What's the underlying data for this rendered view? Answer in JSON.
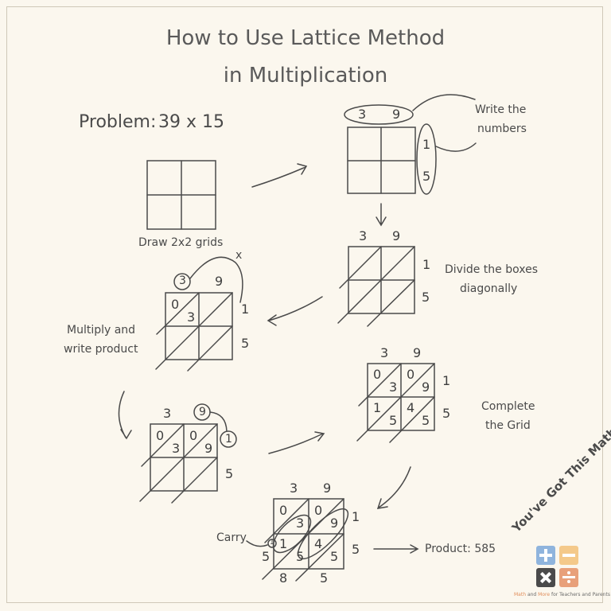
{
  "title_line1": "How to Use Lattice Method",
  "title_line2": "in Multiplication",
  "problem_label": "Problem:",
  "problem_expr": "39 x 15",
  "steps": {
    "draw_grids": "Draw 2x2 grids",
    "write_numbers_1": "Write the",
    "write_numbers_2": "numbers",
    "divide_1": "Divide the boxes",
    "divide_2": "diagonally",
    "multiply_1": "Multiply and",
    "multiply_2": "write product",
    "complete_1": "Complete",
    "complete_2": "the Grid",
    "carry": "Carry",
    "product": "Product: 585",
    "times": "x"
  },
  "digits": {
    "top_left": "3",
    "top_right": "9",
    "side_top": "1",
    "side_bottom": "5"
  },
  "products": {
    "tl_tens": "0",
    "tl_ones": "3",
    "tr_tens": "0",
    "tr_ones": "9",
    "bl_tens": "1",
    "bl_ones": "5",
    "br_tens": "4",
    "br_ones": "5"
  },
  "result": {
    "carry_digit": "1",
    "left_digit": "5",
    "bottom_first": "8",
    "bottom_second": "5"
  },
  "logo": {
    "text": "You've Got This Math",
    "tagline_a": "Math",
    "tagline_b": "and",
    "tagline_c": "More",
    "tagline_d": "for Teachers and Parents"
  },
  "colors": {
    "plus": "#8fb4dd",
    "minus": "#f4c98a",
    "times": "#4a4a4a",
    "divide": "#e8a07a"
  }
}
